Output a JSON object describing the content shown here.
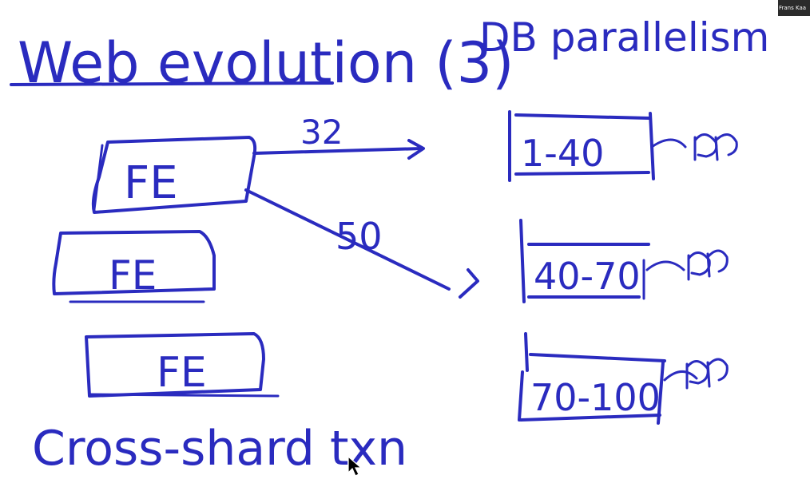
{
  "title": "Web evolution (3)",
  "subtitle": "DB parallelism",
  "frontends": [
    {
      "label": "FE"
    },
    {
      "label": "FE"
    },
    {
      "label": "FE"
    }
  ],
  "edges": [
    {
      "label": "32",
      "target": "1-40"
    },
    {
      "label": "50",
      "target": "40-70"
    }
  ],
  "shards": [
    {
      "range": "1-40"
    },
    {
      "range": "40-70"
    },
    {
      "range": "70-100"
    }
  ],
  "footnote": "Cross-shard txn",
  "participant_name": "Frans Kaa",
  "ink_color": "#2a2bbf"
}
